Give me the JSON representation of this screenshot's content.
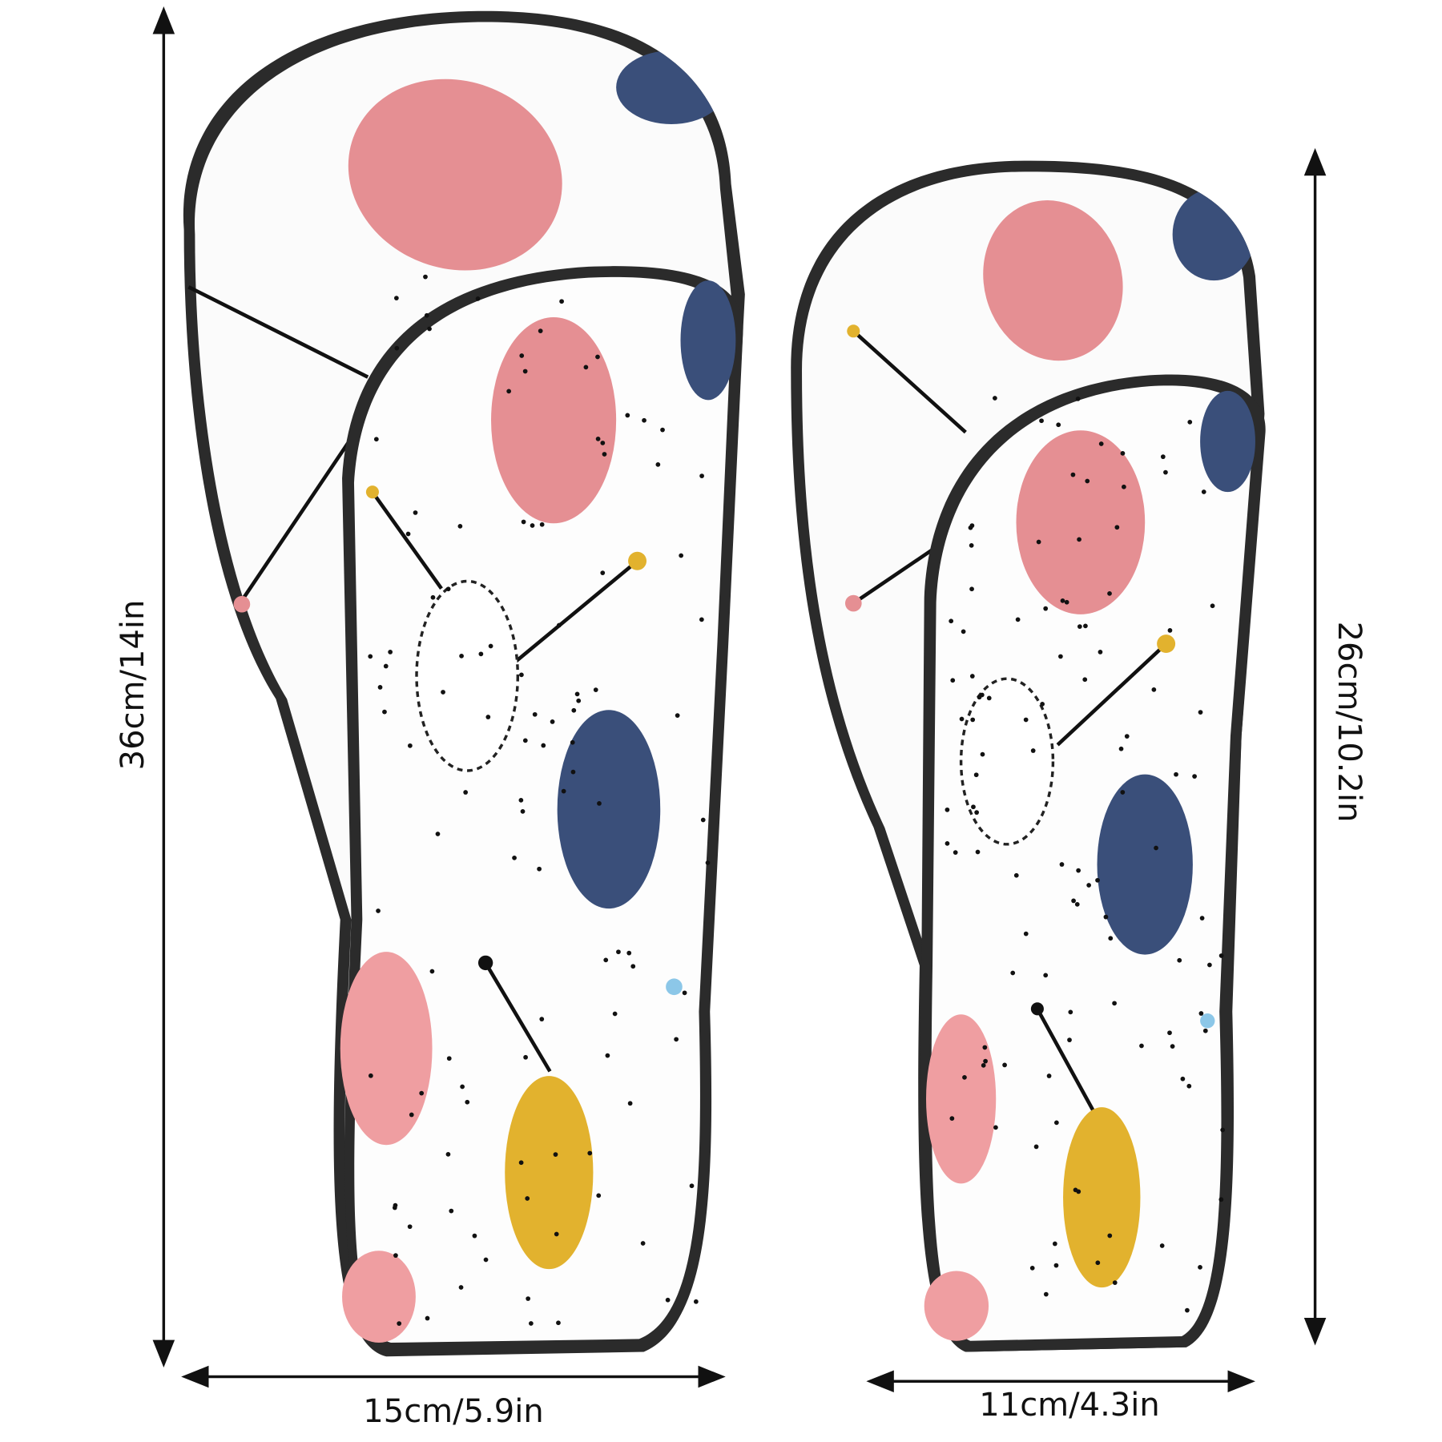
{
  "dimensions": {
    "large_height": "36cm/14in",
    "large_width": "15cm/5.9in",
    "small_height": "26cm/10.2in",
    "small_width": "11cm/4.3in"
  },
  "colors": {
    "pink": "#e58f93",
    "navy": "#3a4f7a",
    "yellow": "#e2b22e",
    "trim": "#2b2b2b",
    "light_blue": "#8cc7e8"
  }
}
